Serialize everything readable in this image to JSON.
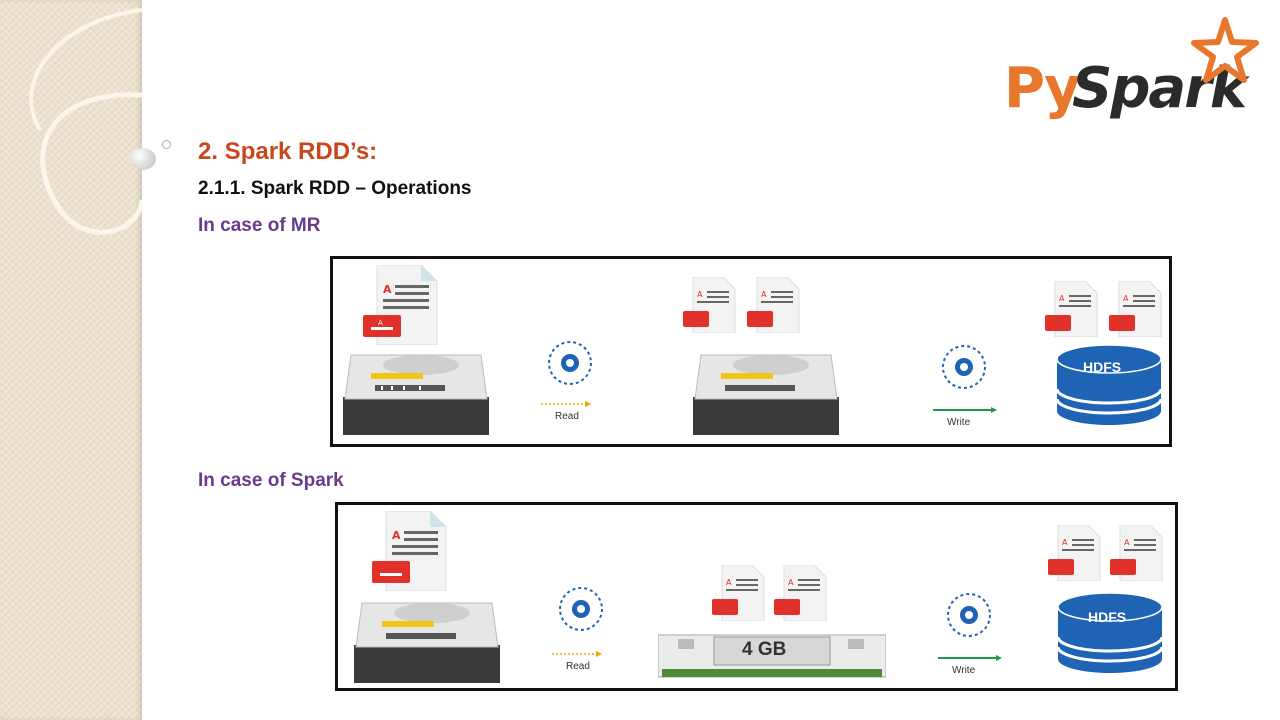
{
  "logo": {
    "py": "Py",
    "spark": "Spark"
  },
  "heading": "2. Spark RDD’s:",
  "subheading": "2.1.1. Spark RDD – Operations",
  "mr": {
    "title": "In case of MR",
    "read_label": "Read",
    "write_label": "Write",
    "hdfs_label": "HDFS"
  },
  "spark": {
    "title": "In case of Spark",
    "read_label": "Read",
    "write_label": "Write",
    "hdfs_label": "HDFS",
    "ram_label": "4 GB"
  },
  "colors": {
    "accent": "#c8471b",
    "purple": "#6a3a8c",
    "hdfs": "#1f63b5",
    "doc_red": "#e2312b"
  }
}
